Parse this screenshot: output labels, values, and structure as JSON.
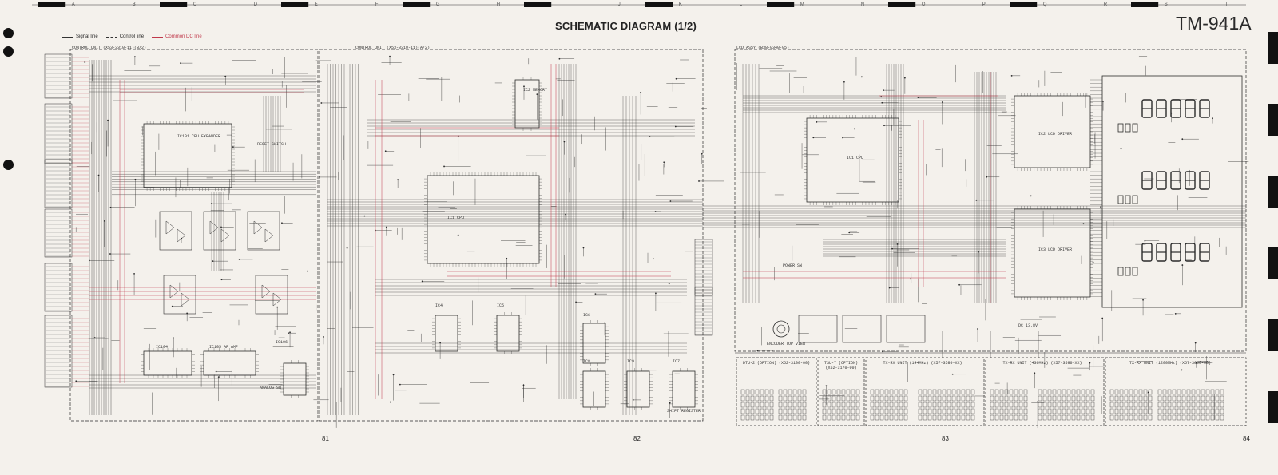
{
  "title": "SCHEMATIC DIAGRAM (1/2)",
  "model": "TM-941A",
  "legend": {
    "signal": "Signal line",
    "control": "Control line",
    "dc": "Common DC line"
  },
  "grid_letters": [
    "A",
    "B",
    "C",
    "D",
    "E",
    "F",
    "G",
    "H",
    "I",
    "J",
    "K",
    "L",
    "M",
    "N",
    "O",
    "P",
    "Q",
    "R",
    "S",
    "T"
  ],
  "page_numbers": [
    "81",
    "82",
    "83",
    "84"
  ],
  "units": {
    "control_unit_1": "CONTROL UNIT (X53-3310-11)(B/2)",
    "control_unit_2": "CONTROL UNIT (X53-3310-11)(A/2)",
    "lcd_assy": "LCD ASSY (B38-0340-05)",
    "dtu": "DTU-2 (OPTION) (X52-3100-00)",
    "tsu": "TSU-7 (OPTION) (X52-3170-00)",
    "txrx1": "TX-RX UNIT (144MHz) (X57-3580-XX)",
    "txrx2": "TX-RX UNIT (430MHz) (X57-3590-XX)",
    "txrx3": "TX-RX UNIT (1200MHz) (X57-3600-00)"
  },
  "ics": {
    "ic101": "IC101 CPU EXPANDER",
    "ic1": "IC1 CPU",
    "ic2": "IC2 MEMORY",
    "ic1_lcd": "IC1 CPU",
    "ic2_lcd": "IC2 LCD DRIVER",
    "ic3_lcd": "IC3 LCD DRIVER",
    "ic104": "IC104",
    "ic105": "IC105 AF AMP",
    "ic106": "IC106",
    "ic4": "IC4",
    "ic5": "IC5",
    "ic6": "IC6",
    "ic7": "IC7",
    "ic8": "IC8",
    "ic9": "IC9"
  },
  "labels": {
    "reset": "RESET SWITCH",
    "analog": "ANALOG SW",
    "shift": "SHIFT REGISTER",
    "encoder": "ENCODER TOP VIEW",
    "power": "POWER SW",
    "dc138": "DC 13.8V"
  },
  "colors": {
    "paper": "#f4f1ec",
    "ink": "#2b2b2b",
    "red": "#c0394b"
  }
}
